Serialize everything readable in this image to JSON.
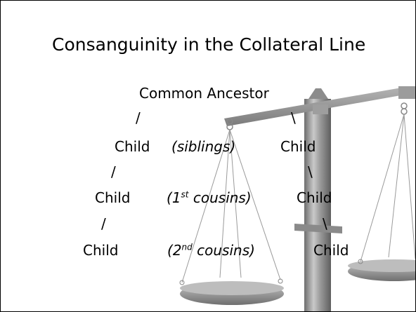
{
  "slide": {
    "title": "Consanguinity in the Collateral Line",
    "ancestor": "Common Ancestor",
    "branch_left": "/",
    "branch_right": "\\",
    "child_label": "Child",
    "relations": [
      {
        "pre": "(",
        "num": "",
        "sup": "",
        "post": "siblings)"
      },
      {
        "pre": "(",
        "num": "1",
        "sup": "st",
        "post": " cousins)"
      },
      {
        "pre": "(",
        "num": "2",
        "sup": "nd",
        "post": " cousins)"
      }
    ]
  },
  "colors": {
    "text": "#000000",
    "background": "#ffffff",
    "scale_gray": "#9a9a9a"
  },
  "icons": [
    "balance-scale-image"
  ]
}
